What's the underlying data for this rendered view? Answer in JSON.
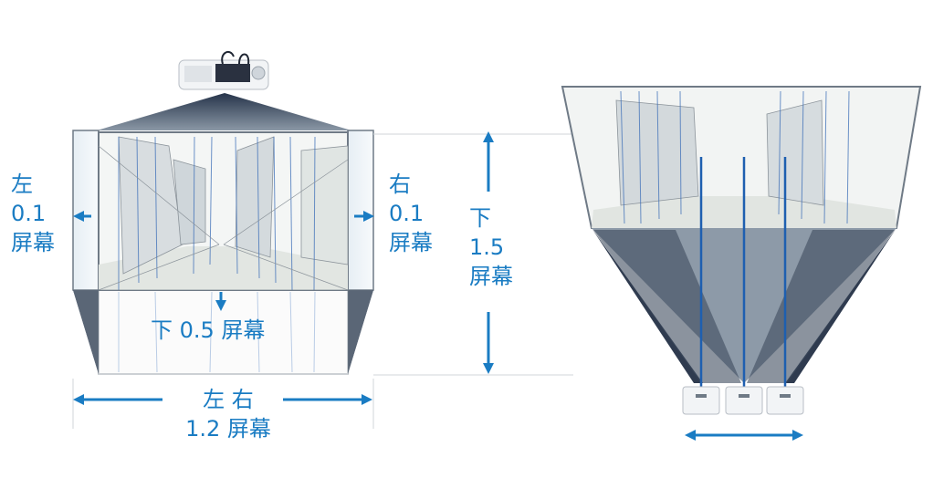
{
  "colors": {
    "accent": "#1a7cc3",
    "beam_dark": "#2f3b4f",
    "beam_light": "#e4ecf3",
    "screen_frame": "#6f7a86",
    "sketch_line": "#3d6fb8"
  },
  "labels": {
    "left_shift": {
      "line1": "左",
      "line2": "0.1",
      "line3": "屏幕"
    },
    "right_shift": {
      "line1": "右",
      "line2": "0.1",
      "line3": "屏幕"
    },
    "down_shift_vertical": {
      "line1": "下",
      "line2": "1.5",
      "line3": "屏幕"
    },
    "down_shift_inline": "下 0.5 屏幕",
    "horizontal_shift": {
      "line1": "左 右",
      "line2": "1.2 屏幕"
    }
  },
  "icons": {
    "projector": "projector-icon",
    "arrow": "arrow-icon"
  }
}
